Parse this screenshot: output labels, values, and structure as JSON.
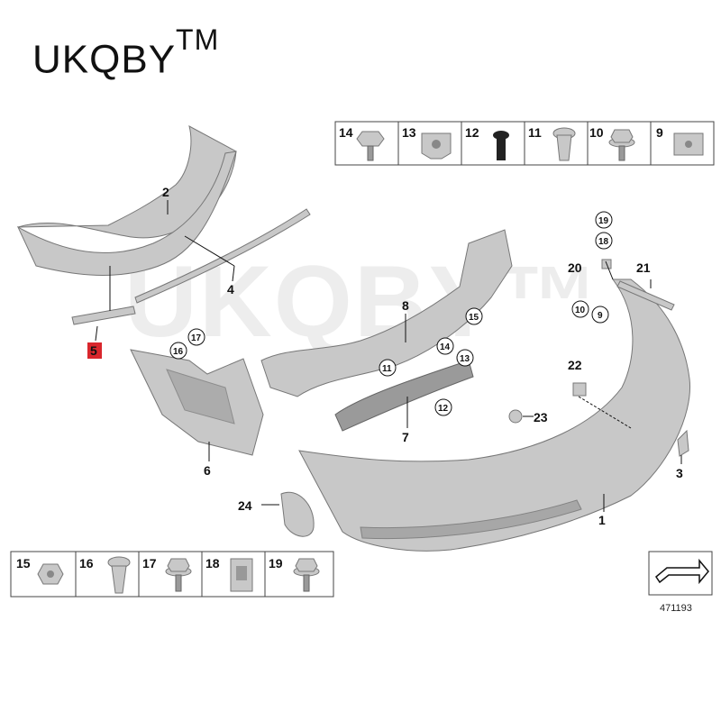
{
  "brand": {
    "name": "UKQBY",
    "tm": "TM"
  },
  "watermark": "UKQBY™",
  "diagram_id": "471193",
  "callouts": {
    "p1": "1",
    "p2": "2",
    "p3": "3",
    "p4": "4",
    "p5": "5",
    "p6": "6",
    "p7": "7",
    "p8": "8",
    "p9": "9",
    "p10": "10",
    "p11": "11",
    "p12": "12",
    "p13": "13",
    "p14": "14",
    "p15": "15",
    "p16": "16",
    "p17": "17",
    "p18": "18",
    "p19": "19",
    "p20": "20",
    "p21": "21",
    "p22": "22",
    "p23": "23",
    "p24": "24"
  },
  "top_legend": [
    "14",
    "13",
    "12",
    "11",
    "10",
    "9"
  ],
  "bottom_legend": [
    "15",
    "16",
    "17",
    "18",
    "19"
  ],
  "colors": {
    "highlight": "#d9262c",
    "part_fill": "#c8c8c8"
  }
}
